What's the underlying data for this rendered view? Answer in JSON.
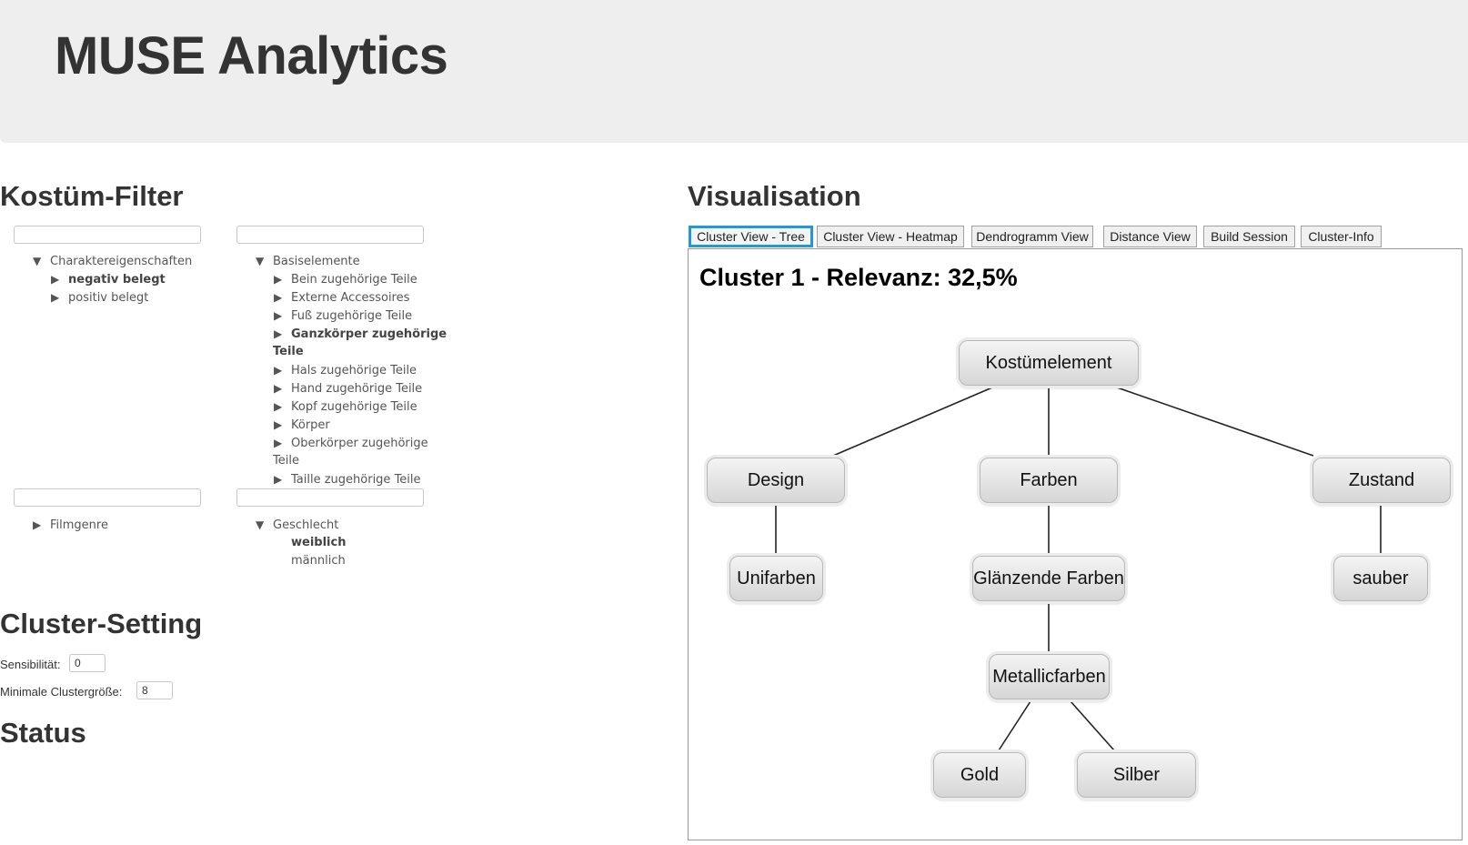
{
  "header": {
    "title": "MUSE Analytics"
  },
  "filter": {
    "heading": "Kostüm-Filter",
    "charakter": {
      "root": "Charaktereigenschaften",
      "children": [
        "negativ belegt",
        "positiv belegt"
      ]
    },
    "basis": {
      "root": "Basiselemente",
      "children": [
        "Bein zugehörige Teile",
        "Externe Accessoires",
        "Fuß zugehörige Teile",
        "Ganzkörper zugehörige",
        "Hals zugehörige Teile",
        "Hand zugehörige Teile",
        "Kopf zugehörige Teile",
        "Körper",
        "Oberkörper zugehörige",
        "Taille zugehörige Teile"
      ],
      "wrap_ganzkoerper": "Teile",
      "wrap_oberkoerper": "Teile"
    },
    "filmgenre": {
      "root": "Filmgenre"
    },
    "geschlecht": {
      "root": "Geschlecht",
      "children": [
        "weiblich",
        "männlich"
      ]
    }
  },
  "cluster_setting": {
    "heading": "Cluster-Setting",
    "sensibilitaet_label": "Sensibilität:",
    "sensibilitaet_value": "0",
    "min_size_label": "Minimale Clustergröße:",
    "min_size_value": "8"
  },
  "status": {
    "heading": "Status"
  },
  "visualisation": {
    "heading": "Visualisation",
    "tabs": [
      "Cluster View - Tree",
      "Cluster View - Heatmap",
      "Dendrogramm View",
      "Distance View",
      "Build Session",
      "Cluster-Info"
    ],
    "active_tab": 0,
    "cluster_title": "Cluster 1 - Relevanz: 32,5%",
    "tree": {
      "root": "Kostümelement",
      "design": "Design",
      "farben": "Farben",
      "zustand": "Zustand",
      "unifarben": "Unifarben",
      "glaenzende": "Glänzende Farben",
      "sauber": "sauber",
      "metallic": "Metallicfarben",
      "gold": "Gold",
      "silber": "Silber"
    }
  },
  "icons": {
    "expanded": "triangle-down-icon",
    "collapsed": "triangle-right-icon"
  }
}
